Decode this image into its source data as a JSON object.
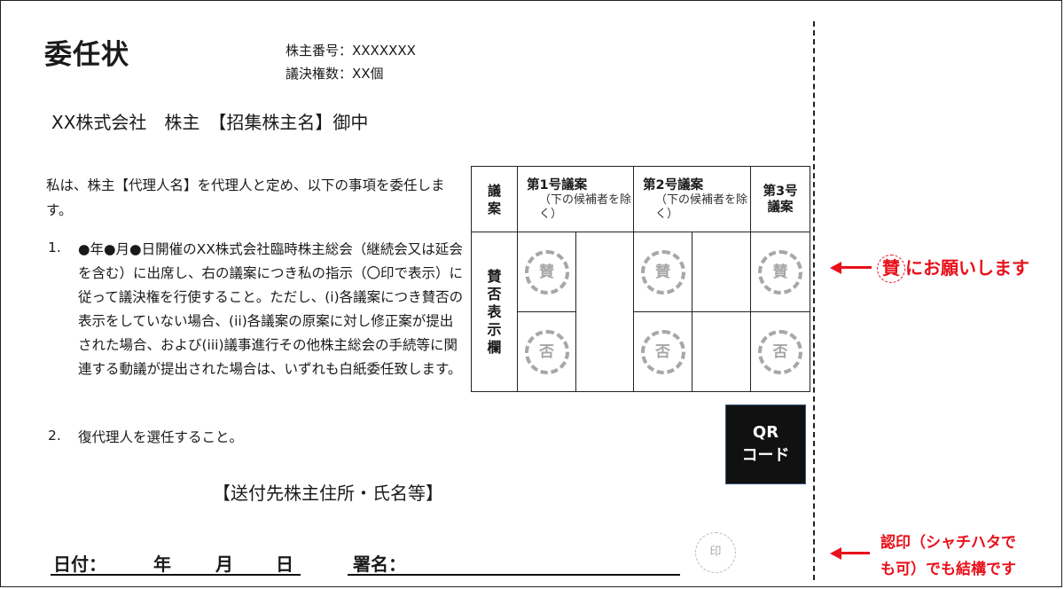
{
  "title": "委任状",
  "shareholder_number": "株主番号：XXXXXXX",
  "voting_rights": "議決権数：XX個",
  "addressee": "XX株式会社　株主　【招集株主名】御中",
  "intro": "私は、株主【代理人名】を代理人と定め、以下の事項を委任します。",
  "items": [
    {
      "num": "1.",
      "text": "●年●月●日開催のXX株式会社臨時株主総会（継続会又は延会を含む）に出席し、右の議案につき私の指示（〇印で表示）に従って議決権を行使すること。ただし、(i)各議案につき賛否の表示をしていない場合、(ii)各議案の原案に対し修正案が提出された場合、および(iii)議事進行その他株主総会の手続等に関連する動議が提出された場合は、いずれも白紙委任致します。"
    },
    {
      "num": "2.",
      "text": "復代理人を選任すること。"
    }
  ],
  "table": {
    "corner": "議案",
    "proposals": [
      {
        "title": "第1号議案",
        "note": "（下の候補者を除く）"
      },
      {
        "title": "第2号議案",
        "note": "（下の候補者を除く）"
      },
      {
        "title": "第3号議案",
        "note": ""
      }
    ],
    "row_label": "賛否表示欄",
    "approve": "賛",
    "reject": "否"
  },
  "qr": {
    "line1": "QR",
    "line2": "コード"
  },
  "sender": "【送付先株主住所・氏名等】",
  "date_label": "日付：",
  "year": "年",
  "month": "月",
  "day": "日",
  "signature_label": "署名：",
  "seal": "印",
  "notes": {
    "approve_circled": "賛",
    "approve_rest": "にお願いします",
    "seal_line1": "認印（シャチハタで",
    "seal_line2": "も可）でも結構です"
  },
  "colors": {
    "accent": "#e8101a",
    "stamp": "#a7a7a7"
  }
}
